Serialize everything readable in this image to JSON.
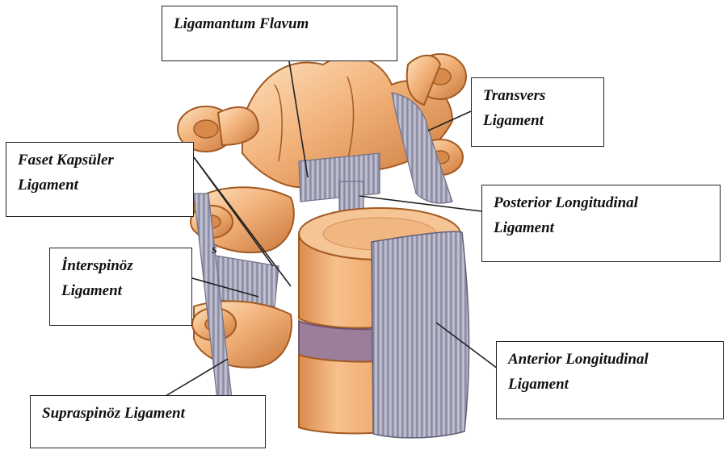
{
  "labels": {
    "ligamentum_flavum": "Ligamantum Flavum",
    "transvers_1": "Transvers",
    "transvers_2": "Ligament",
    "faset_1": "Faset Kapsüler",
    "faset_2": "Ligament",
    "posterior_1": "Posterior Longitudinal",
    "posterior_2": "Ligament",
    "interspinoz_1": "İnterspinöz",
    "interspinoz_2": "Ligament",
    "anterior_1": "Anterior Longitudinal",
    "anterior_2": "Ligament",
    "supraspinoz": "Supraspinöz Ligament",
    "small_s": "S"
  },
  "colors": {
    "bone": "#f2b27a",
    "bone_dark": "#c9773a",
    "bone_light": "#fde2c0",
    "ligament": "#a9a9bd",
    "ligament_dark": "#7d7d97",
    "disc": "#9c7d9a"
  }
}
